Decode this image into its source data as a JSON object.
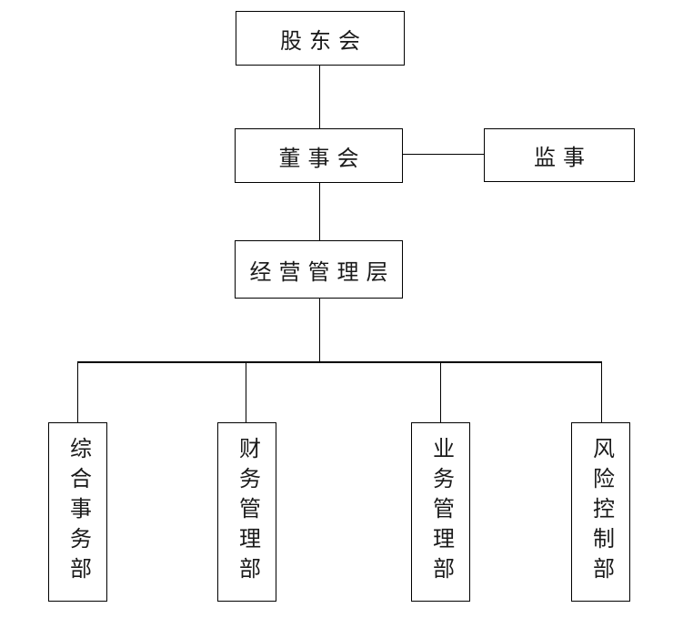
{
  "diagram": {
    "type": "org-chart",
    "background_color": "#ffffff",
    "line_color": "#000000",
    "text_color": "#1a1a1a",
    "nodes": {
      "shareholders": "股东会",
      "board": "董事会",
      "supervisor": "监事",
      "management": "经营管理层",
      "dept_general_affairs": "综合事务部",
      "dept_finance": "财务管理部",
      "dept_business": "业务管理部",
      "dept_risk_control": "风险控制部"
    },
    "edges": [
      {
        "from": "股东会",
        "to": "董事会"
      },
      {
        "from": "董事会",
        "to": "监事"
      },
      {
        "from": "董事会",
        "to": "经营管理层"
      },
      {
        "from": "经营管理层",
        "to": "综合事务部"
      },
      {
        "from": "经营管理层",
        "to": "财务管理部"
      },
      {
        "from": "经营管理层",
        "to": "业务管理部"
      },
      {
        "from": "经营管理层",
        "to": "风险控制部"
      }
    ]
  }
}
